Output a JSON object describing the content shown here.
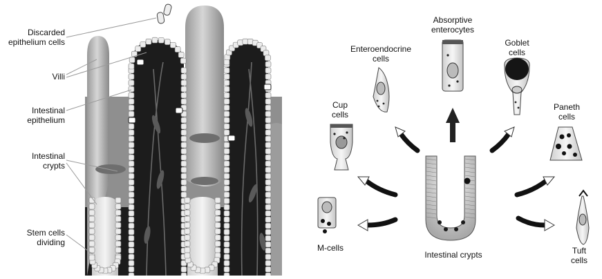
{
  "left_panel": {
    "labels": {
      "discarded": "Discarded\nepithelium cells",
      "villi": "Villi",
      "epithelium": "Intestinal\nepithelium",
      "crypts": "Intestinal\ncrypts",
      "stem": "Stem cells\ndividing"
    }
  },
  "right_panel": {
    "labels": {
      "absorptive": "Absorptive\nenterocytes",
      "enteroendocrine": "Enteroendocrine\ncells",
      "goblet": "Goblet\ncells",
      "cup": "Cup\ncells",
      "paneth": "Paneth\ncells",
      "mcells": "M-cells",
      "crypts": "Intestinal crypts",
      "tuft": "Tuft cells"
    }
  },
  "colors": {
    "tissue_dark": "#1c1c1c",
    "villus_grey": "#bdbdbd",
    "band_grey": "#8f8f8f",
    "cell_fill": "#ececec",
    "line": "#333333"
  }
}
